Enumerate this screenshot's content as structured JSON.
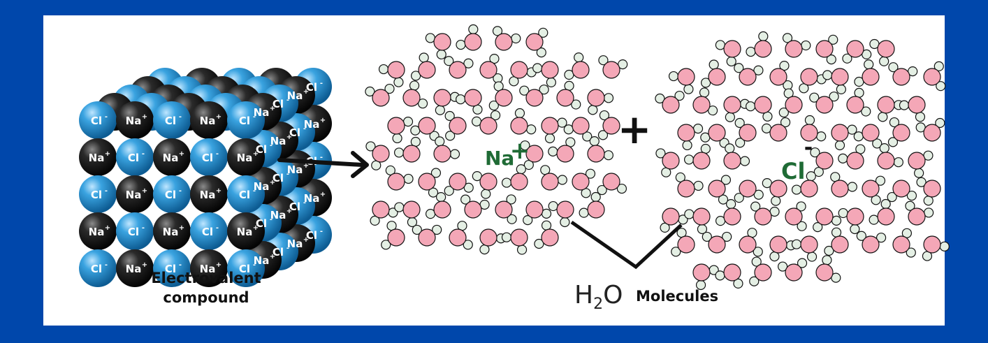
{
  "compound_label": "Electrovalent compound",
  "compound_label_lines": [
    "Electrovalent",
    "compound"
  ],
  "lattice_labels": {
    "na": "Na",
    "na_charge": "+",
    "cl": "Cl",
    "cl_charge": "-"
  },
  "sodium_ion": {
    "symbol": "Na",
    "charge": "+"
  },
  "chloride_ion": {
    "symbol": "Cl",
    "charge": "-"
  },
  "plus_sign": "+",
  "water": {
    "formula_base": "H",
    "formula_sub": "2",
    "formula_tail": "O",
    "word": "Molecules"
  },
  "colors": {
    "border": "#0047ab",
    "chloride_sphere": "#2a8fd0",
    "sodium_sphere": "#1c1c1c",
    "oxygen": "#f4a7b7",
    "hydrogen": "#e4efe4",
    "ion_label": "#1f6b35"
  }
}
